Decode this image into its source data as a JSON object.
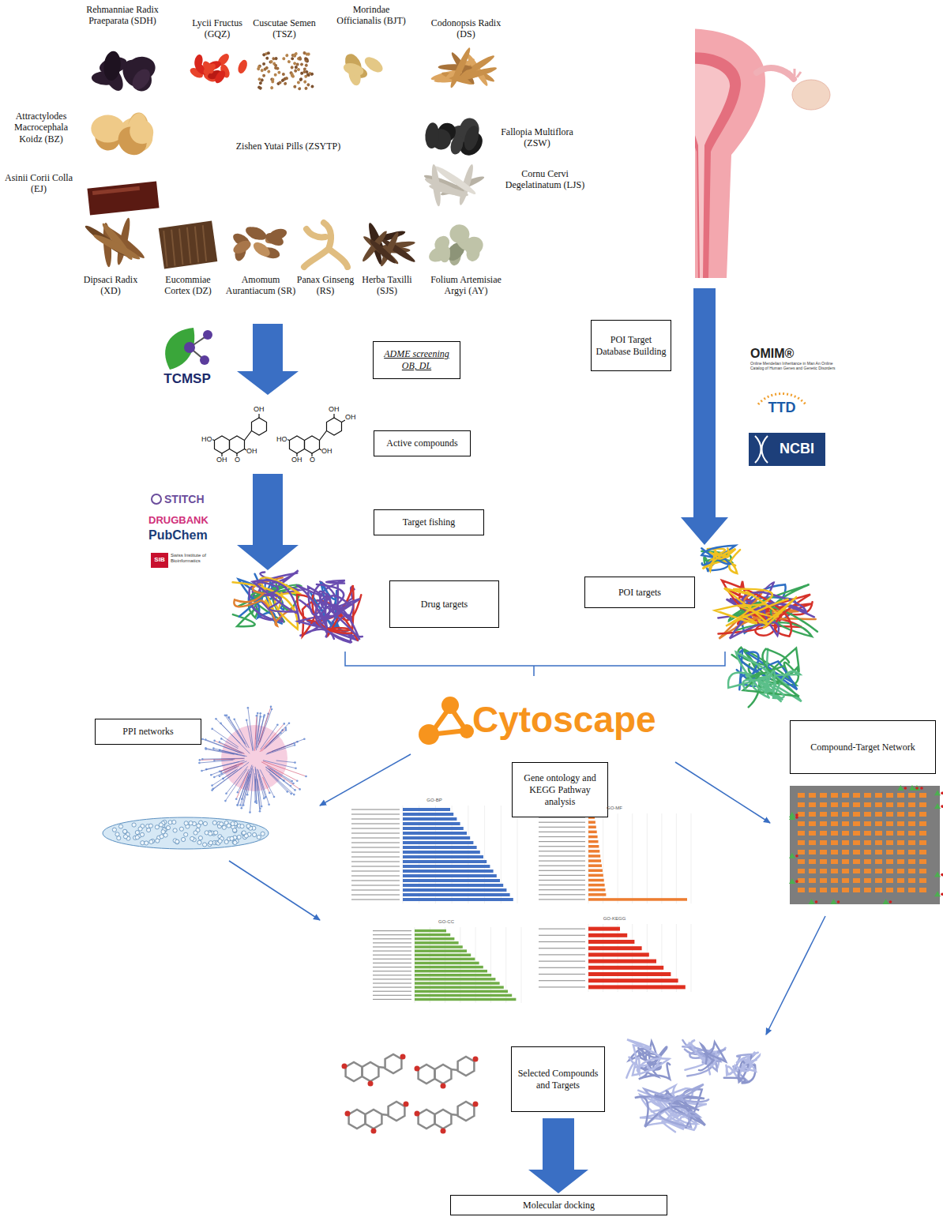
{
  "diagram": {
    "nodes": [
      {
        "text": [
          "ADME screening OB, DL"
        ]
      },
      {
        "text": [
          "Active compounds"
        ]
      },
      {
        "text": [
          "Target fishing"
        ]
      },
      {
        "text": [
          "Drug targets"
        ]
      },
      {
        "text": [
          "POI Target Database Building"
        ]
      },
      {
        "text": [
          "POI targets"
        ]
      },
      {
        "text": [
          "PPI networks"
        ]
      },
      {
        "text": [
          "Gene ontology and KEGG Pathway analysis"
        ]
      },
      {
        "text": [
          "Compound-Target Network"
        ]
      },
      {
        "text": [
          "Selected Compounds and Targets"
        ]
      },
      {
        "text": [
          "Molecular docking"
        ]
      }
    ],
    "edges": [
      {
        "from": 9,
        "to": 10,
        "arrow": "to"
      }
    ],
    "labels": [
      "Rehmanniae Radix Praeparata (SDH)",
      "Lycii Fructus (GQZ)",
      "Cuscutae Semen (TSZ)",
      "Morindae Officianalis (BJT)",
      "Codonopsis Radix (DS)",
      "Attractylodes Macrocephala Koidz (BZ)",
      "Zishen Yutai Pills (ZSYTP)",
      "Fallopia Multiflora (ZSW)",
      "Asinii Corii Colla (EJ)",
      "Cornu Cervi Degelatinatum (LJS)",
      "Dipsaci Radix (XD)",
      "Eucommiae Cortex (DZ)",
      "Amomum Aurantiacum (SR)",
      "Panax Ginseng (RS)",
      "Herba Taxilli (SJS)",
      "Folium Artemisiae Argyi (AY)",
      "TCMSP",
      "STITCH",
      "DRUGBANK",
      "PubChem",
      "SIB",
      "Swiss Institute of Bioinformatics",
      "OMIM®",
      "Online Mendelian Inheritance in Man An Online Catalog of Human Genes and Genetic Disorders",
      "TTD",
      "NCBI",
      "Cytoscape",
      "GO-BP",
      "GO-MF",
      "GO-CC",
      "GO-KEGG",
      "HO",
      "OH",
      "O",
      "OH",
      "OH",
      "HO",
      "OH",
      "O",
      "OH",
      "OH",
      "OH"
    ]
  }
}
